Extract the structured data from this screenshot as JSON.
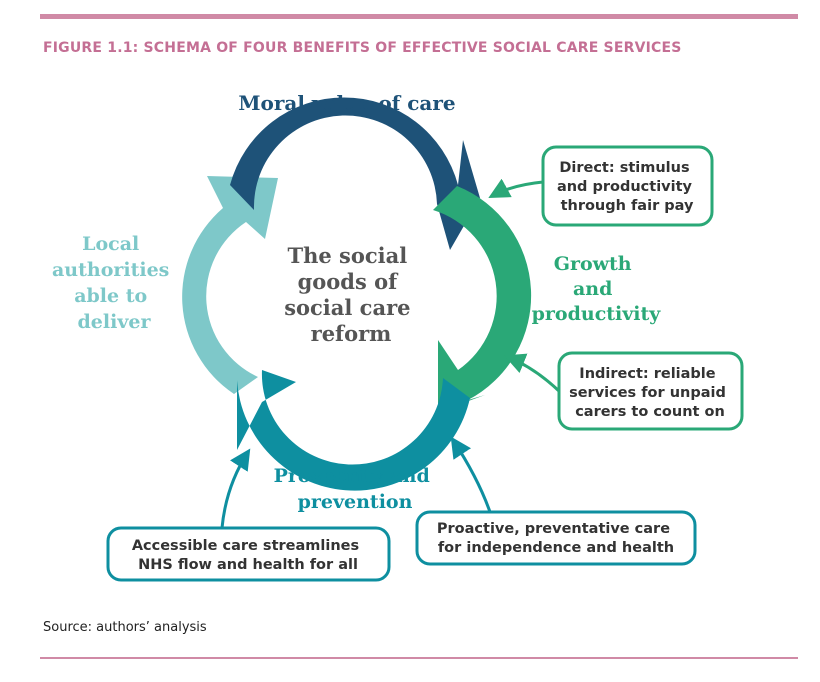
{
  "figure_title": "FIGURE 1.1: SCHEMA OF FOUR BENEFITS OF EFFECTIVE SOCIAL CARE SERVICES",
  "source": "Source: authors’ analysis",
  "colors": {
    "rule": "#d08aa6",
    "title": "#c46f94",
    "navy": "#1e5278",
    "green": "#2aa877",
    "teal": "#0e8fa0",
    "light_teal": "#7ec8c9",
    "center_text": "#555555"
  },
  "center": {
    "lines": [
      "The social",
      "goods of",
      "social care",
      "reform"
    ]
  },
  "segments": {
    "moral": {
      "lines": [
        "Moral value of care"
      ]
    },
    "growth": {
      "lines": [
        "Growth",
        "and",
        "productivity"
      ]
    },
    "prosperity": {
      "lines": [
        "Prosperity and",
        "prevention"
      ]
    },
    "local": {
      "lines": [
        "Local",
        "authorities",
        "able to",
        "deliver"
      ]
    }
  },
  "boxes": {
    "direct": {
      "lines": [
        "Direct: stimulus",
        "and productivity",
        "through fair pay"
      ]
    },
    "indirect": {
      "lines": [
        "Indirect: reliable",
        "services for unpaid",
        "carers to count on"
      ]
    },
    "proactive": {
      "lines": [
        "Proactive, preventative care",
        "for independence and health"
      ]
    },
    "accessible": {
      "lines": [
        "Accessible care streamlines",
        "NHS flow and health for all"
      ]
    }
  }
}
